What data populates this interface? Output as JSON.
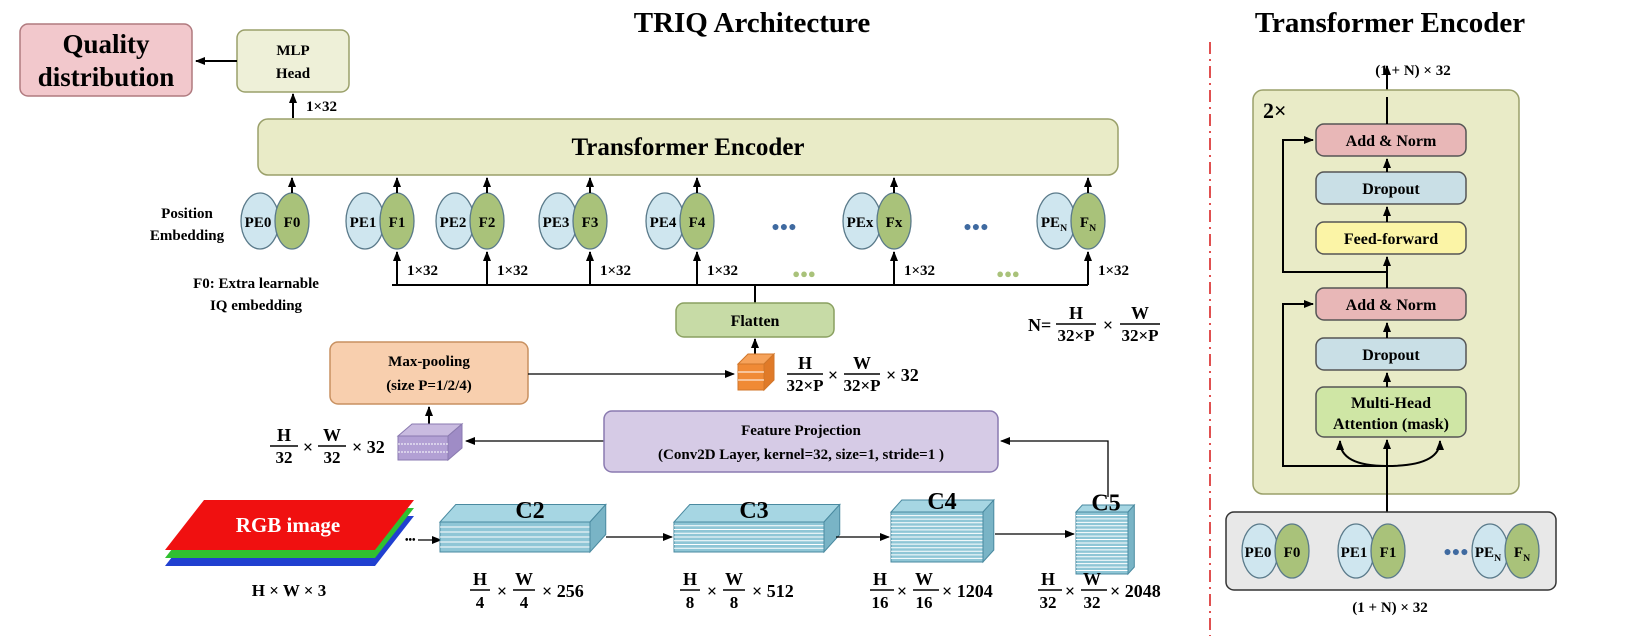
{
  "titles": {
    "main": "TRIQ Architecture",
    "side": "Transformer Encoder"
  },
  "labels": {
    "quality": [
      "Quality",
      "distribution"
    ],
    "mlp": [
      "MLP",
      "Head"
    ],
    "dim_1x32": "1×32",
    "encoder": "Transformer Encoder",
    "position_embedding": [
      "Position",
      "Embedding"
    ],
    "f0_note": [
      "F0: Extra learnable",
      "IQ embedding"
    ],
    "flatten": "Flatten",
    "maxpool": [
      "Max-pooling",
      "(size P=1/2/4)"
    ],
    "feature_projection": [
      "Feature Projection",
      "(Conv2D Layer, kernel=32, size=1, stride=1 )"
    ],
    "rgb": "RGB image",
    "rgb_dim": "H × W × 3",
    "n_label": "N=",
    "times": "×",
    "ellipsis_dots": "●●●"
  },
  "tokens": [
    {
      "pe": "PE0",
      "f": "F0",
      "label": "0"
    },
    {
      "pe": "PE1",
      "f": "F1",
      "label": "1"
    },
    {
      "pe": "PE2",
      "f": "F2",
      "label": "2"
    },
    {
      "pe": "PE3",
      "f": "F3",
      "label": "3"
    },
    {
      "pe": "PE4",
      "f": "F4",
      "label": "4"
    },
    {
      "pe": "PEx",
      "f": "Fx",
      "label": "x"
    },
    {
      "pe": "PE",
      "f": "F",
      "sub": "N",
      "label": "n"
    }
  ],
  "backbone": [
    {
      "name": "C2",
      "num": "H",
      "den": "4",
      "num2": "W",
      "den2": "4",
      "ch": "× 256"
    },
    {
      "name": "C3",
      "num": "H",
      "den": "8",
      "num2": "W",
      "den2": "8",
      "ch": "× 512"
    },
    {
      "name": "C4",
      "num": "H",
      "den": "16",
      "num2": "W",
      "den2": "16",
      "ch": "× 1204"
    },
    {
      "name": "C5",
      "num": "H",
      "den": "32",
      "num2": "W",
      "den2": "32",
      "ch": "× 2048"
    }
  ],
  "fractions": {
    "proj": {
      "num": "H",
      "den": "32",
      "num2": "W",
      "den2": "32",
      "tail": "× 32"
    },
    "pool": {
      "num": "H",
      "den": "32×P",
      "num2": "W",
      "den2": "32×P",
      "tail": "× 32"
    },
    "n_def": {
      "num": "H",
      "den": "32×P",
      "num2": "W",
      "den2": "32×P"
    }
  },
  "encoder_block": {
    "repeat": "2×",
    "output_dim": "(1 + N) × 32",
    "input_dim": "(1 + N) × 32",
    "layers": [
      "Add & Norm",
      "Dropout",
      "Feed-forward",
      "Add & Norm",
      "Dropout",
      "Multi-Head",
      "Attention (mask)"
    ],
    "input_tokens": [
      {
        "pe": "PE0",
        "f": "F0"
      },
      {
        "pe": "PE1",
        "f": "F1"
      },
      {
        "pe": "PE",
        "f": "F",
        "sub": "N"
      }
    ]
  },
  "colors": {
    "quality": "#f2c8cc",
    "mlp": "#eef0d8",
    "encoder": "#e9ebc7",
    "pe": "#cfe6ef",
    "f": "#a9c27a",
    "flatten": "#c7dba6",
    "maxpool": "#f8cfae",
    "projection": "#d6cbe6",
    "backbone": "#9ccfdc",
    "add_norm": "#e8b7b7",
    "dropout": "#c9dfe6",
    "feed_forward": "#fbf4a6",
    "mha": "#cfe6a5",
    "dots_blue": "#3f6aa0",
    "dots_green": "#a9c27a",
    "divider": "#e05050"
  }
}
